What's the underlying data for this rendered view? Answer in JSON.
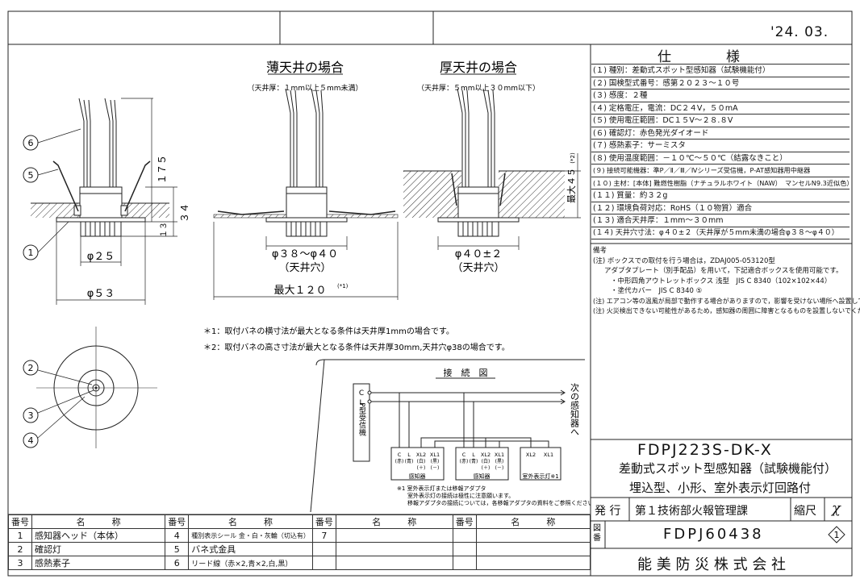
{
  "date": "'24. 03.",
  "spec": {
    "title": "仕　　　　様",
    "rows": [
      "(１) 種別：差動式スポット型感知器（試験機能付）",
      "(２) 国検型式番号：感第２０２３～１０号",
      "(３) 感度：２種",
      "(４) 定格電圧，電流：DC２４V，５０mA",
      "(５) 使用電圧範囲：DC１５V～２８.８V",
      "(６) 確認灯：赤色発光ダイオード",
      "(７) 感熱素子：サーミスタ",
      "(８) 使用温度範囲：－１０℃～５０℃（結露なきこと）",
      "(９) 接続可能機器：準P／Ⅱ／Ⅲ／Ⅳシリーズ受信機，P-AT感知器用中継器",
      "(１０) 主材：[本体] 難燃性樹脂（ナチュラルホワイト（NAW）　マンセルN9.3近似色）",
      "(１１) 質量：約３２g",
      "(１２) 環境負荷対応：RoHS（１０物質）適合",
      "(１３) 適合天井厚：１mm～３０mm",
      "(１４) 天井穴寸法：φ４０±２（天井厚が５mm未満の場合φ３８～φ４０）"
    ]
  },
  "remarks": {
    "heading": "備考",
    "lines": [
      "(注) ボックスでの取付を行う場合は，ZDAJ005-053120型",
      "アダプタプレート（別手配品）を用いて，下記適合ボックスを使用可能です。",
      "・中形四角アウトレットボックス 浅型　JIS C 8340（102×102×44）",
      "・塗代カバー　JIS C 8340 ⑤",
      "(注) エアコン等の温風が局部で動作する場合がありますので，影響を受けない場所へ設置してください。",
      "(注) 火災検出できない可能性があるため，感知器の周囲に障害となるものを設置しないでください。"
    ]
  },
  "drawing": {
    "thin_title": "薄天井の場合",
    "thin_sub": "（天井厚：１mm以上５mm未満）",
    "thick_title": "厚天井の場合",
    "thick_sub": "（天井厚：５mm以上３０mm以下）",
    "dim_175": "１７５",
    "dim_34": "３４",
    "dim_13": "１３",
    "dim_phi25": "φ２５",
    "dim_phi53": "φ５３",
    "dim_hole_thin": "φ３８～φ４０",
    "dim_hole_thin_sub": "（天井穴）",
    "dim_max120": "最大１２０",
    "mark1": "(*1)",
    "dim_hole_thick": "φ４０±２",
    "dim_hole_thick_sub": "（天井穴）",
    "dim_max45": "最大４５",
    "mark2": "(*2)",
    "note1": "＊1：取付バネの横寸法が最大となる条件は天井厚1mmの場合です。",
    "note2": "＊2：取付バネの高さ寸法が最大となる条件は天井厚30mm,天井穴φ38の場合です。",
    "callouts": [
      "1",
      "2",
      "3",
      "4",
      "5",
      "6"
    ]
  },
  "wiring": {
    "title": "接　続　図",
    "receiver": "P型受信機",
    "c": "C",
    "l": "L",
    "next": "次の感知器へ",
    "detector_label": "感知器",
    "terminals": [
      "C",
      "L",
      "XL2",
      "XL1"
    ],
    "terminal_sub": [
      "(赤)",
      "(青)",
      "(＋)",
      "(－)"
    ],
    "terminal_sub2": [
      "",
      "",
      "(白)",
      "(黒)"
    ],
    "remote": "室外表示灯※1",
    "remote_terms": [
      "XL2",
      "XL1"
    ],
    "footnote": [
      "※1 室外表示灯または移報アダプタ",
      "室外表示灯の接続は極性に注意願います。",
      "移報アダプタの接続については，各移報アダプタの資料をご参照ください。"
    ]
  },
  "title_block": {
    "model": "FDPJ223S-DK-X",
    "name1": "差動式スポット型感知器（試験機能付）",
    "name2": "埋込型、小形、室外表示灯回路付",
    "issue_label": "発 行",
    "issuer": "第１技術部火報管理課",
    "scale_label": "縮尺",
    "scale": "χ",
    "drawing_no_label": "図番",
    "drawing_no": "FDPJ60438",
    "rev": "1",
    "company": "能 美 防 災 株 式 会 社"
  },
  "parts": {
    "headers": [
      "番号",
      "名　　　称",
      "番号",
      "名　　　称",
      "番号",
      "名　　　称",
      "番号",
      "名　　　称"
    ],
    "rows": [
      [
        "1",
        "感知器ヘッド（本体）",
        "4",
        "種別表示シール 金・白・灰輪（切込有）",
        "7",
        "",
        "",
        ""
      ],
      [
        "2",
        "確認灯",
        "5",
        "バネ式金具",
        "",
        "",
        "",
        ""
      ],
      [
        "3",
        "感熱素子",
        "6",
        "リード線（赤×2,青×2,白,黒）",
        "",
        "",
        "",
        ""
      ]
    ]
  }
}
